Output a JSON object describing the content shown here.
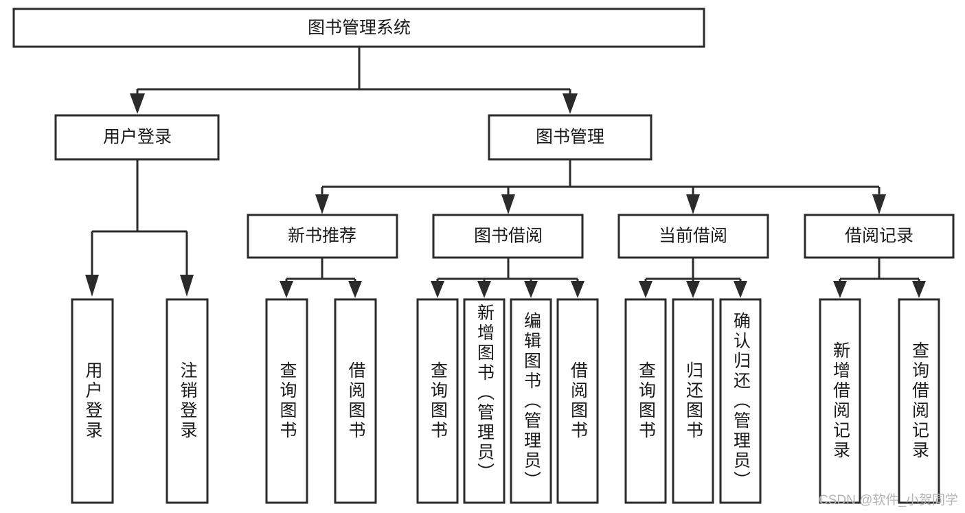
{
  "diagram": {
    "title": "图书管理系统",
    "watermark": "CSDN @软件_小贺同学",
    "type": "tree-hierarchy-diagram",
    "colors": {
      "box_stroke": "#2b2b2b",
      "box_fill": "#ffffff",
      "text": "#1a1a1a",
      "connector": "#2b2b2b",
      "watermark": "#b4b4b4",
      "background": "#ffffff"
    },
    "root": {
      "id": "root",
      "label": "图书管理系统"
    },
    "level2": [
      {
        "id": "user-login",
        "label": "用户登录"
      },
      {
        "id": "book-manage",
        "label": "图书管理"
      }
    ],
    "level3": [
      {
        "id": "new-book-recommend",
        "label": "新书推荐",
        "parent": "book-manage"
      },
      {
        "id": "book-borrow",
        "label": "图书借阅",
        "parent": "book-manage"
      },
      {
        "id": "current-borrow",
        "label": "当前借阅",
        "parent": "book-manage"
      },
      {
        "id": "borrow-record",
        "label": "借阅记录",
        "parent": "book-manage"
      }
    ],
    "leaves": [
      {
        "id": "leaf-user-login",
        "label": "用户登录",
        "parent": "user-login"
      },
      {
        "id": "leaf-user-logout",
        "label": "注销登录",
        "parent": "user-login"
      },
      {
        "id": "leaf-query-book-1",
        "label": "查询图书",
        "parent": "new-book-recommend"
      },
      {
        "id": "leaf-borrow-book-1",
        "label": "借阅图书",
        "parent": "new-book-recommend"
      },
      {
        "id": "leaf-query-book-2",
        "label": "查询图书",
        "parent": "book-borrow"
      },
      {
        "id": "leaf-add-book",
        "label": "新增图书（管理员）",
        "parent": "book-borrow"
      },
      {
        "id": "leaf-edit-book",
        "label": "编辑图书（管理员）",
        "parent": "book-borrow"
      },
      {
        "id": "leaf-borrow-book-2",
        "label": "借阅图书",
        "parent": "book-borrow"
      },
      {
        "id": "leaf-query-book-3",
        "label": "查询图书",
        "parent": "current-borrow"
      },
      {
        "id": "leaf-return-book",
        "label": "归还图书",
        "parent": "current-borrow"
      },
      {
        "id": "leaf-confirm-return",
        "label": "确认归还（管理员）",
        "parent": "current-borrow"
      },
      {
        "id": "leaf-add-record",
        "label": "新增借阅记录",
        "parent": "borrow-record"
      },
      {
        "id": "leaf-query-record",
        "label": "查询借阅记录",
        "parent": "borrow-record"
      }
    ]
  }
}
